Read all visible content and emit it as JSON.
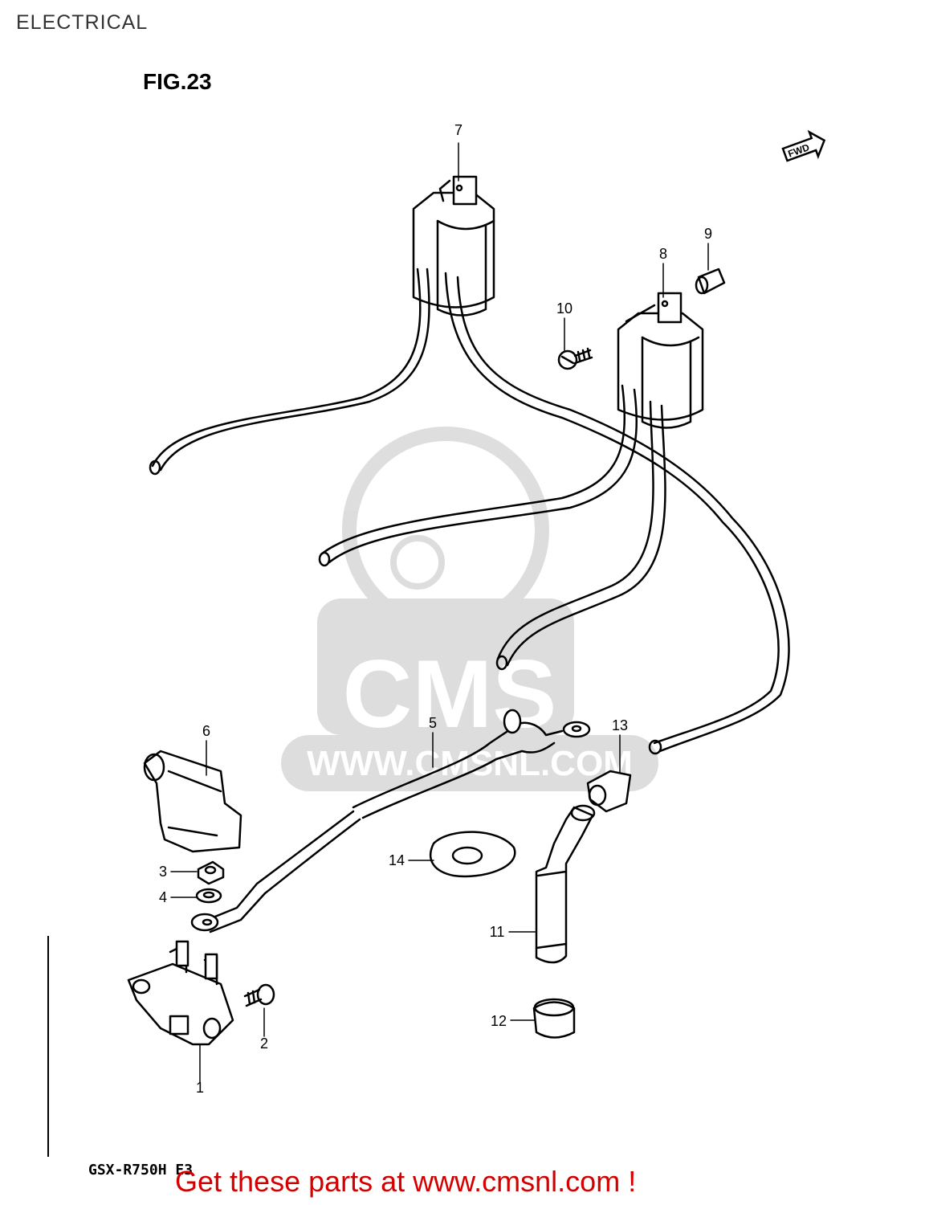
{
  "page": {
    "title": "ELECTRICAL",
    "figure": "FIG.23",
    "model_code": "GSX-R750H E3",
    "fwd_label": "FWD",
    "cta": "Get these parts at www.cmsnl.com !"
  },
  "watermark": {
    "brand": "CMS",
    "url": "WWW.CMSNL.COM"
  },
  "parts": [
    {
      "id": "part-1",
      "label": "1"
    },
    {
      "id": "part-2",
      "label": "2"
    },
    {
      "id": "part-3",
      "label": "3"
    },
    {
      "id": "part-4",
      "label": "4"
    },
    {
      "id": "part-5",
      "label": "5"
    },
    {
      "id": "part-6",
      "label": "6"
    },
    {
      "id": "part-7",
      "label": "7"
    },
    {
      "id": "part-8",
      "label": "8"
    },
    {
      "id": "part-9",
      "label": "9"
    },
    {
      "id": "part-10",
      "label": "10"
    },
    {
      "id": "part-11",
      "label": "11"
    },
    {
      "id": "part-12",
      "label": "12"
    },
    {
      "id": "part-13",
      "label": "13"
    },
    {
      "id": "part-14",
      "label": "14"
    }
  ]
}
